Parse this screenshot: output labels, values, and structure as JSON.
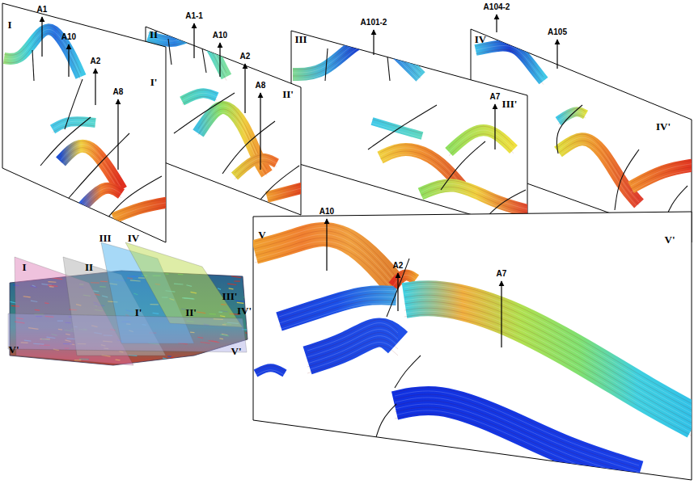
{
  "diagram": {
    "labels": [
      "I",
      "A1",
      "A10",
      "A2",
      "A8",
      "I'",
      "II",
      "A1-1",
      "A10",
      "A2",
      "A8",
      "II'",
      "III",
      "A101-2",
      "A7",
      "III'",
      "IV",
      "A104-2",
      "A105",
      "IV'",
      "I",
      "II",
      "III",
      "IV",
      "I'",
      "II'",
      "III'",
      "IV'",
      "V'",
      "V'",
      "V",
      "A10",
      "A2",
      "A7",
      "V'"
    ]
  }
}
